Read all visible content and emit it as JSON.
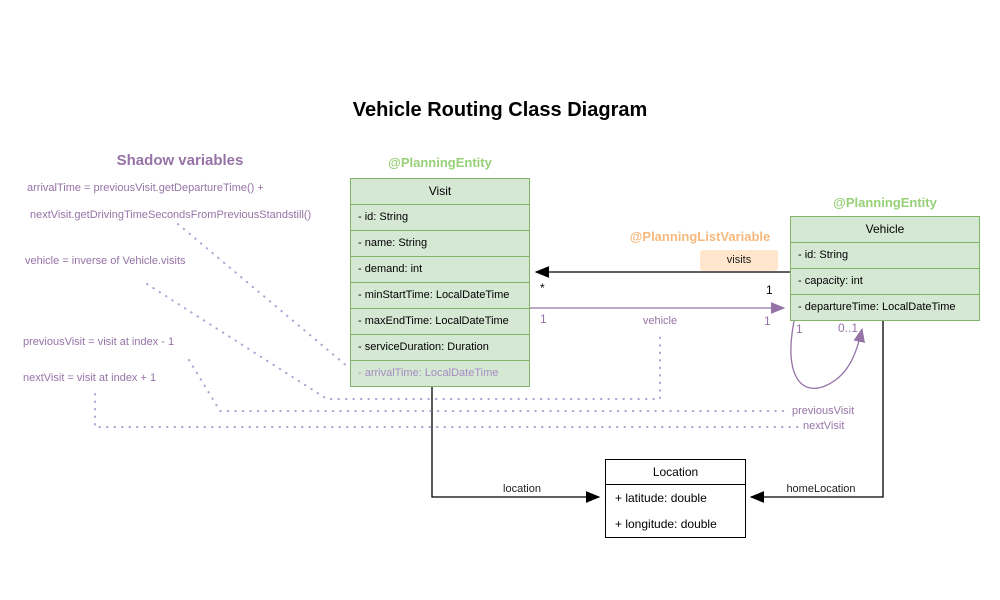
{
  "title": "Vehicle Routing Class Diagram",
  "shadow_panel": {
    "heading": "Shadow variables",
    "annotations": {
      "arrival_line1": "arrivalTime = previousVisit.getDepartureTime() +",
      "arrival_line2": "nextVisit.getDrivingTimeSecondsFromPreviousStandstill()",
      "vehicle": "vehicle = inverse of Vehicle.visits",
      "previous_visit": "previousVisit = visit at index - 1",
      "next_visit": "nextVisit = visit at index + 1"
    }
  },
  "classes": {
    "visit": {
      "stereotype": "@PlanningEntity",
      "name": "Visit",
      "fields": [
        "- id: String",
        "- name: String",
        "- demand: int",
        "- minStartTime: LocalDateTime",
        "- maxEndTime: LocalDateTime",
        "- serviceDuration: Duration",
        "- arrivalTime: LocalDateTime"
      ]
    },
    "vehicle": {
      "stereotype": "@PlanningEntity",
      "name": "Vehicle",
      "fields": [
        "- id: String",
        "- capacity: int",
        "- departureTime: LocalDateTime"
      ]
    },
    "location": {
      "name": "Location",
      "fields": [
        "+ latitude: double",
        "+ longitude: double"
      ]
    }
  },
  "annotations": {
    "planning_list_variable": "@PlanningListVariable"
  },
  "edges": {
    "visits": {
      "label": "visits",
      "multiplicity_vehicle": "1",
      "multiplicity_visit": "*"
    },
    "vehicle": {
      "label": "vehicle",
      "multiplicity_visit": "1",
      "multiplicity_vehicle": "1"
    },
    "self_loop": {
      "multiplicity_source": "1",
      "multiplicity_target": "0..1"
    },
    "previous_visit_label": "previousVisit",
    "next_visit_label": "nextVisit",
    "location_label": "location",
    "home_location_label": "homeLocation"
  },
  "colors": {
    "entity_fill": "#d5e8d4",
    "entity_stroke": "#82b366",
    "entity_stereotype_text": "#97d077",
    "list_variable_text": "#f5b87d",
    "visits_badge_fill": "#ffe6cc",
    "shadow_purple": "#9673a6",
    "shadow_light_purple": "#a78bc2",
    "edge_black": "#000000"
  }
}
